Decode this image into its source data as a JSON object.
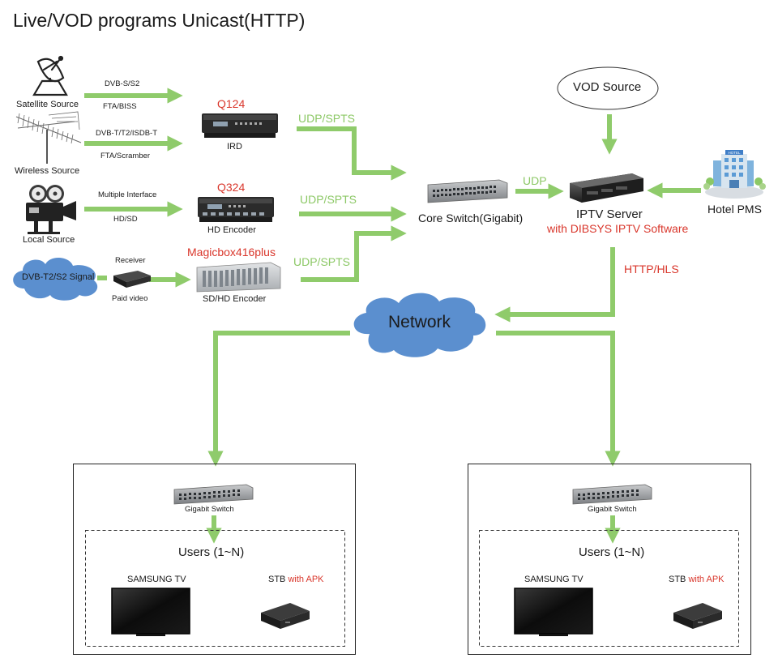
{
  "title": "Live/VOD programs Unicast(HTTP)",
  "colors": {
    "arrow": "#8fcb6b",
    "red_text": "#d9362b",
    "cloud": "#5b8fcf",
    "device_dark": "#2b2b2b"
  },
  "sources": {
    "satellite": {
      "label": "Satellite Source",
      "line1": "DVB-S/S2",
      "line2": "FTA/BISS"
    },
    "wireless": {
      "label": "Wireless Source",
      "line1": "DVB-T/T2/ISDB-T",
      "line2": "FTA/Scramber"
    },
    "local": {
      "label": "Local Source",
      "line1": "Multiple Interface",
      "line2": "HD/SD"
    },
    "dvb_signal": {
      "label": "DVB-T2/S2 Signal",
      "line1": "Receiver",
      "line2": "Paid video"
    }
  },
  "devices": {
    "ird": {
      "model": "Q124",
      "label": "IRD"
    },
    "encoder": {
      "model": "Q324",
      "label": "HD Encoder"
    },
    "magicbox": {
      "model": "Magicbox416plus",
      "label": "SD/HD Encoder"
    }
  },
  "protocols": {
    "udp_spts_1": "UDP/SPTS",
    "udp_spts_2": "UDP/SPTS",
    "udp_spts_3": "UDP/SPTS",
    "udp": "UDP",
    "http_hls": "HTTP/HLS"
  },
  "core_switch": {
    "label": "Core Switch(Gigabit)"
  },
  "iptv_server": {
    "label": "IPTV Server",
    "software": "with DIBSYS IPTV Software"
  },
  "vod_source": {
    "label": "VOD Source"
  },
  "hotel_pms": {
    "label": "Hotel PMS",
    "sign": "HOTEL"
  },
  "network": {
    "label": "Network"
  },
  "branches": [
    {
      "switch_label": "Gigabit Switch",
      "users_label": "Users (1~N)",
      "tv_label": "SAMSUNG TV",
      "stb_label": "STB",
      "stb_apk": "with APK"
    },
    {
      "switch_label": "Gigabit Switch",
      "users_label": "Users (1~N)",
      "tv_label": "SAMSUNG TV",
      "stb_label": "STB",
      "stb_apk": "with APK"
    }
  ]
}
